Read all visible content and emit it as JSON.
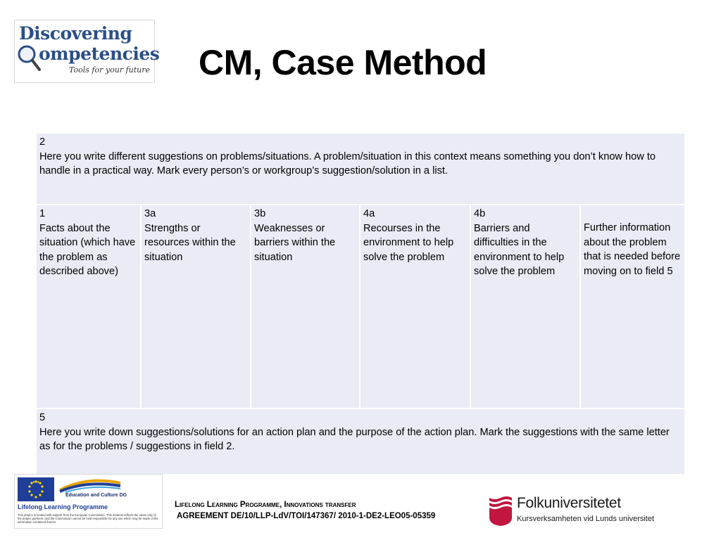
{
  "logo": {
    "line1": "Discovering",
    "line2": "ompetencies",
    "tagline": "Tools for your future"
  },
  "title": "CM, Case Method",
  "table": {
    "row1": {
      "number": "2",
      "text": "Here you write different suggestions on problems/situations. A problem/situation in this context means something you don’t know how to handle in a practical way. Mark every person’s or workgroup’s suggestion/solution in a list."
    },
    "columns": [
      {
        "number": "1",
        "text": "Facts about the situation (which have the problem as described above)"
      },
      {
        "number": "3a",
        "text": "Strengths or resources within the situation"
      },
      {
        "number": "3b",
        "text": "Weaknesses or barriers within the situation"
      },
      {
        "number": "4a",
        "text": "Recourses in the environment to help solve the problem"
      },
      {
        "number": "4b",
        "text": "Barriers and difficulties in the environment to help solve the problem"
      },
      {
        "number": "",
        "text": "Further information about the problem that is needed before moving on to field 5"
      }
    ],
    "row3": {
      "number": "5",
      "text": "Here you write down suggestions/solutions for an action plan and the purpose of the action plan. Mark the suggestions with the same letter as for the problems / suggestions in field 2."
    }
  },
  "footer": {
    "eu_dg": "Education and Culture DG",
    "eu_programme": "Lifelong Learning Programme",
    "eu_disclaimer": "This project is funded with support from the European Commission. This material reflects the views only of the project partners, and the Commission cannot be held responsible for any use which may be made of the information contained therein.",
    "line1": "Lifelong Learning Programme, Innovations transfer",
    "line2": "AGREEMENT DE/10/LLP-LdV/TOI/147367/ 2010-1-DE2-LEO05-05359",
    "folk_name": "Folkuniversitetet",
    "folk_sub": "Kursverksamheten vid Lunds universitet"
  },
  "colors": {
    "table_fill": "#e9ebf5",
    "logo_blue": "#2b4f86",
    "folk_red": "#c0163f",
    "eu_blue": "#1f3e97"
  }
}
